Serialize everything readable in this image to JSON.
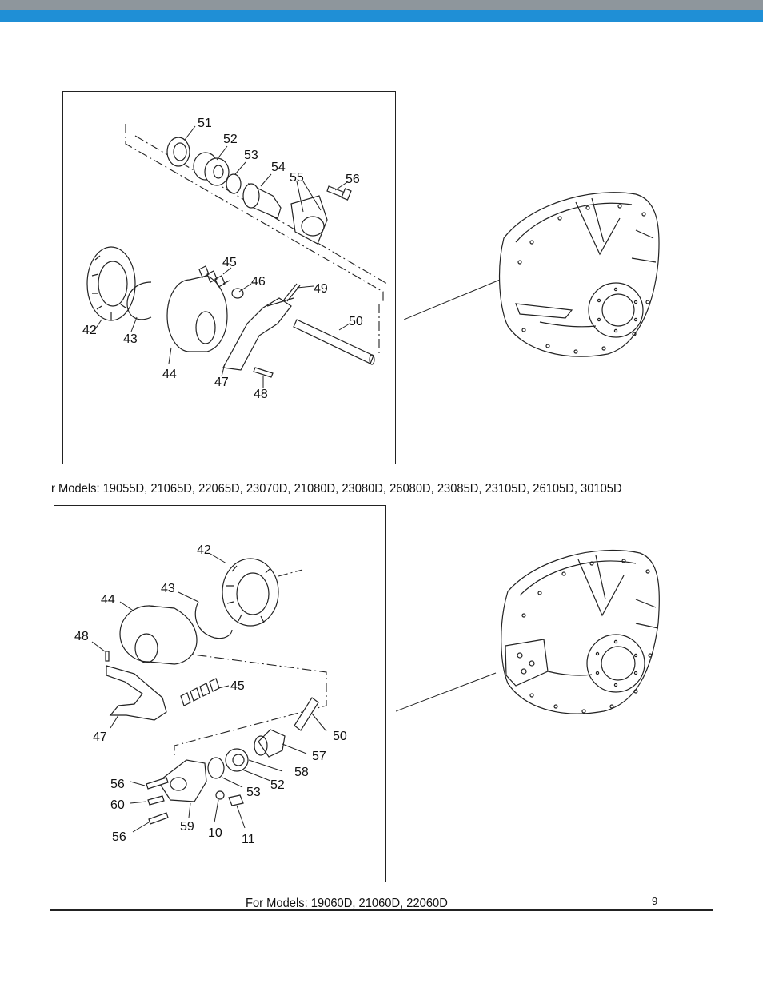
{
  "header": {
    "grey_band_color": "#8e969c",
    "blue_band_color": "#1f8fd6"
  },
  "diagram_top": {
    "part_labels": [
      "51",
      "52",
      "53",
      "54",
      "55",
      "56",
      "45",
      "46",
      "49",
      "50",
      "42",
      "43",
      "44",
      "47",
      "48"
    ],
    "caption": "r Models:  19055D, 21065D, 22065D, 23070D, 21080D, 23080D, 26080D, 23085D, 23105D, 26105D, 30105D"
  },
  "diagram_bottom": {
    "part_labels": [
      "42",
      "43",
      "44",
      "48",
      "45",
      "47",
      "50",
      "57",
      "58",
      "52",
      "53",
      "56",
      "60",
      "59",
      "10",
      "11",
      "56"
    ],
    "caption": "For Models:  19060D, 21060D, 22060D"
  },
  "footer": {
    "page_number": "9"
  }
}
